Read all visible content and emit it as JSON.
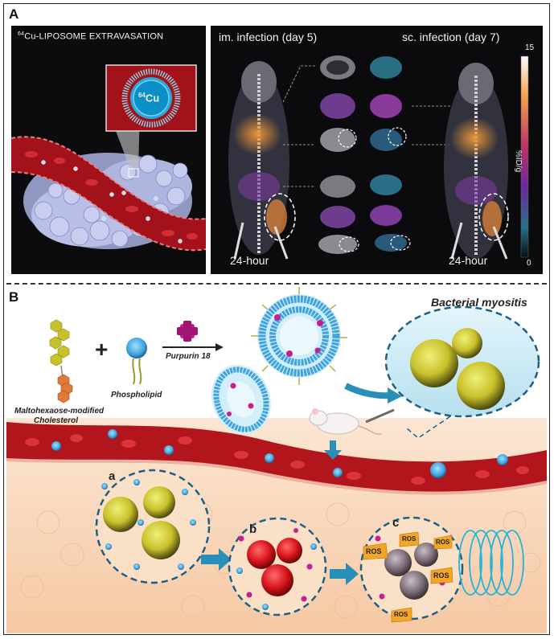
{
  "panel_a": {
    "label": "A",
    "liposome": {
      "title_sup": "64",
      "title_main": "Cu-LIPOSOME EXTRAVASATION",
      "core_sup": "64",
      "core_main": "Cu"
    },
    "pet": {
      "left_title": "im. infection (day 5)",
      "right_title": "sc. infection (day 7)",
      "left_time": "24-hour",
      "right_time": "24-hour",
      "scale_max": "15",
      "scale_min": "0",
      "scale_unit": "%ID/g"
    }
  },
  "panel_b": {
    "label": "B",
    "cholesterol_line1": "Maltohexaose-modified",
    "cholesterol_line2": "Cholesterol",
    "plus": "+",
    "phospholipid": "Phospholipid",
    "arrow_label": "Purpurin 18",
    "myositis_title": "Bacterial myositis",
    "sub_a": "a",
    "sub_b": "b",
    "sub_c": "c",
    "ros": [
      "ROS",
      "ROS",
      "ROS",
      "ROS",
      "ROS"
    ]
  },
  "colors": {
    "blood_vessel": "#b3151c",
    "tissue": "#f6d3b8",
    "dashed_circle": "#1e5f86",
    "liposome_blue": "#3fa4de",
    "bacteria_yellow": "#c9c02a",
    "purpurin_magenta": "#c81d8f",
    "ros_orange": "#f2a623"
  }
}
